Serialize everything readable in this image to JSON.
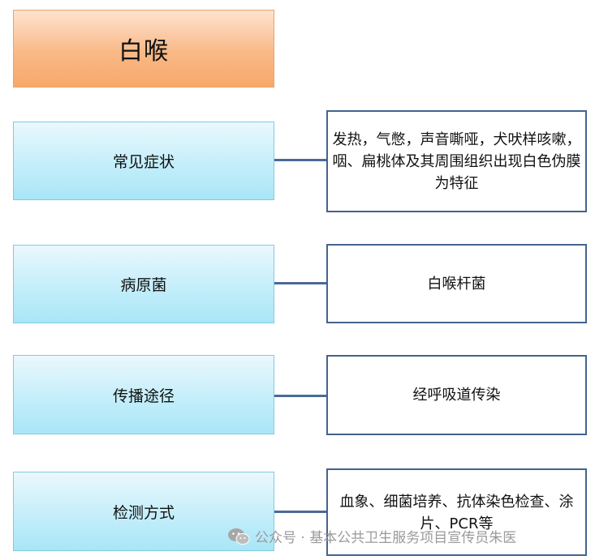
{
  "title": "白喉",
  "rows": [
    {
      "category": "常见症状",
      "description": "发热，气憋，声音嘶哑，犬吠样咳嗽，咽、扁桃体及其周围组织出现白色伪膜为特征"
    },
    {
      "category": "病原菌",
      "description": "白喉杆菌"
    },
    {
      "category": "传播途径",
      "description": "经呼吸道传染"
    },
    {
      "category": "检测方式",
      "description": "血象、细菌培养、抗体染色检查、涂片、PCR等"
    }
  ],
  "watermark": {
    "text": "公众号 · 基本公共卫生服务项目宣传员朱医",
    "icon": "wechat-icon"
  },
  "colors": {
    "title_fill": "#f9b987",
    "category_fill": "#c4eefa",
    "description_border": "#44638e",
    "connector": "#4a6a98"
  }
}
